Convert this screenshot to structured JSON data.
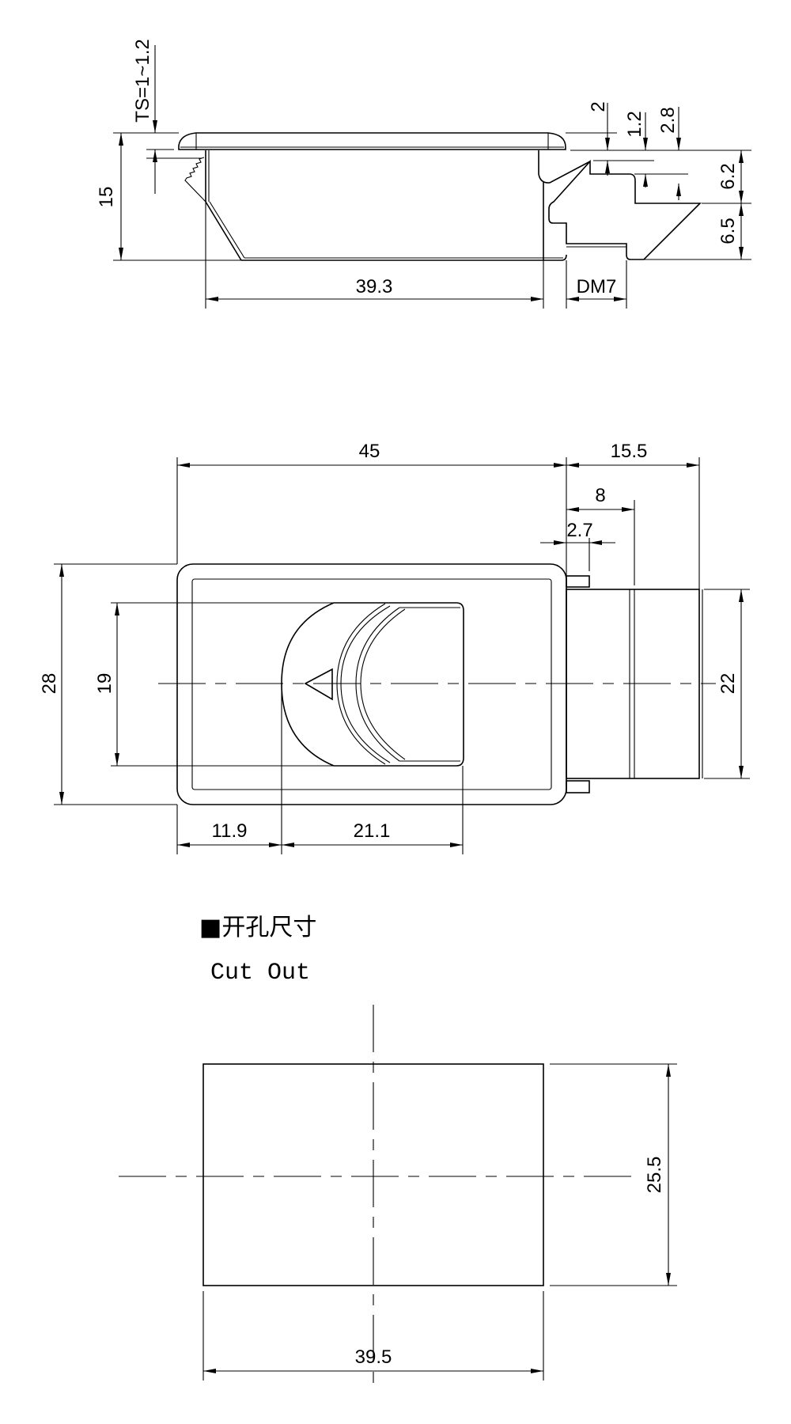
{
  "side_view": {
    "ts_label": "TS=1~1.2",
    "height_label": "15",
    "width_label": "39.3",
    "dm_label": "DM7",
    "dim_2": "2",
    "dim_1_2": "1.2",
    "dim_2_8": "2.8",
    "dim_6_2": "6.2",
    "dim_6_5": "6.5"
  },
  "top_view": {
    "length_label": "45",
    "bolt_length_label": "15.5",
    "bolt_8_label": "8",
    "tab_label": "2.7",
    "height_label": "28",
    "handle_height_label": "19",
    "bolt_height_label": "22",
    "offset_label": "11.9",
    "handle_width_label": "21.1"
  },
  "cutout": {
    "title_cn": "■开孔尺寸",
    "title_en": "Cut Out",
    "height_label": "25.5",
    "width_label": "39.5"
  },
  "colors": {
    "line": "#000000",
    "background": "#ffffff"
  }
}
